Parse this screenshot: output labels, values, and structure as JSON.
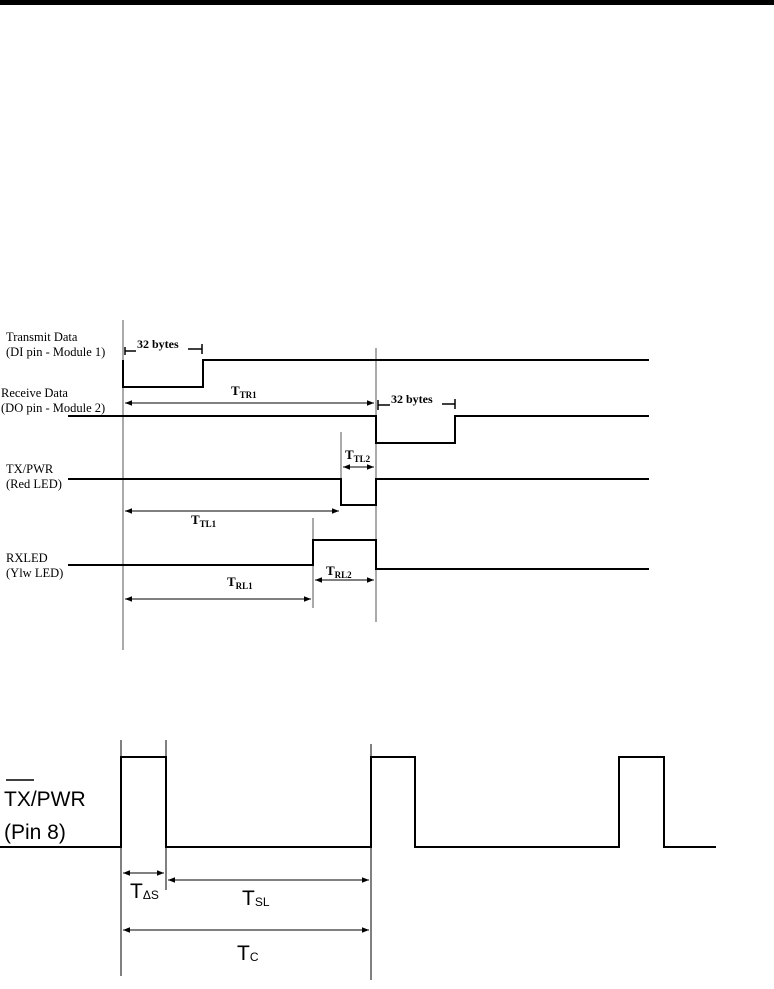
{
  "top_diagram": {
    "signals": [
      {
        "line1": "Transmit Data",
        "line2": "(DI pin - Module 1)"
      },
      {
        "line1": "Receive Data",
        "line2": "(DO pin - Module 2)"
      },
      {
        "line1": "TX/PWR",
        "line2": "(Red LED)"
      },
      {
        "line1": "RXLED",
        "line2": "(Ylw LED)"
      }
    ],
    "bytes_label_1": "32 bytes",
    "bytes_label_2": "32 bytes",
    "timings": {
      "tr1": {
        "symbol": "T",
        "sub": "TR1"
      },
      "tl2": {
        "symbol": "T",
        "sub": "TL2"
      },
      "tl1": {
        "symbol": "T",
        "sub": "TL1"
      },
      "rl2": {
        "symbol": "T",
        "sub": "RL2"
      },
      "rl1": {
        "symbol": "T",
        "sub": "RL1"
      }
    }
  },
  "bottom_diagram": {
    "signal_line1": "TX/PWR",
    "signal_line2": "(Pin 8)",
    "timings": {
      "ts": {
        "symbol": "T",
        "sub": "ΔS"
      },
      "tsl": {
        "symbol": "T",
        "sub": "SL"
      },
      "tc": {
        "symbol": "T",
        "sub": "C"
      }
    }
  }
}
